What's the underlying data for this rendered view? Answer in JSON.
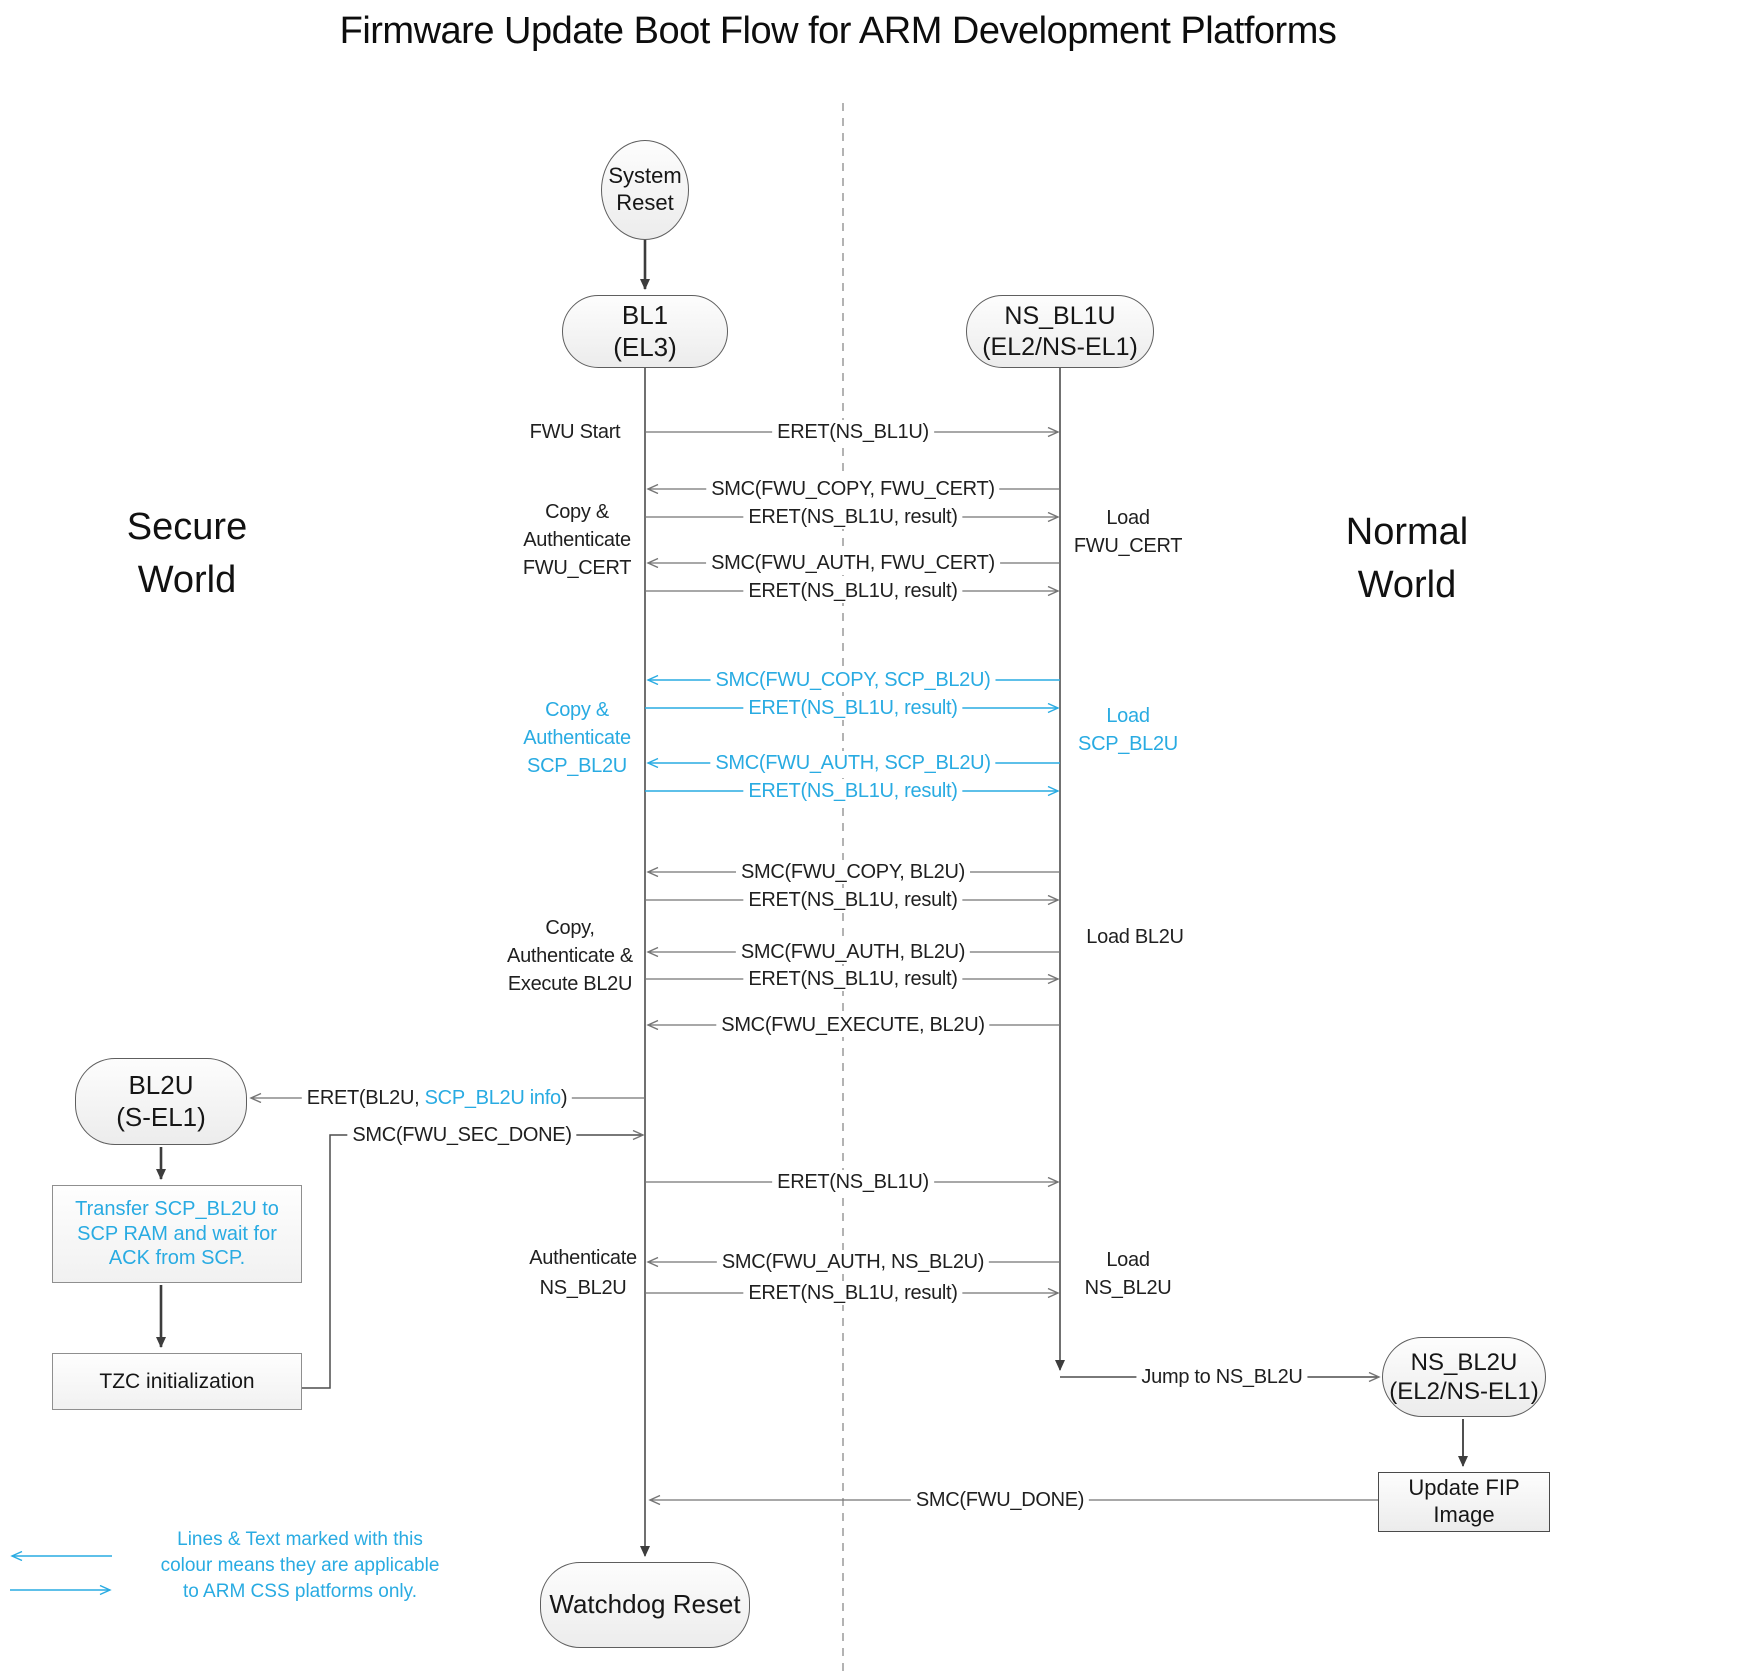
{
  "title": "Firmware Update Boot Flow for ARM Development Platforms",
  "colors": {
    "css_only_accent": "#29abe2",
    "message_line": "#757575",
    "text": "#1f1f1f"
  },
  "worlds": {
    "secure": [
      "Secure",
      "World"
    ],
    "normal": [
      "Normal",
      "World"
    ]
  },
  "nodes": {
    "system_reset": [
      "System",
      "Reset"
    ],
    "bl1": [
      "BL1",
      "(EL3)"
    ],
    "ns_bl1u": [
      "NS_BL1U",
      "(EL2/NS-EL1)"
    ],
    "bl2u": [
      "BL2U",
      "(S-EL1)"
    ],
    "ns_bl2u": [
      "NS_BL2U",
      "(EL2/NS-EL1)"
    ],
    "watchdog_reset": "Watchdog Reset",
    "update_fip": "Update FIP Image",
    "transfer_scp": [
      "Transfer SCP_BL2U to",
      "SCP RAM and wait for",
      "ACK from SCP."
    ],
    "tzc_init": "TZC initialization"
  },
  "messages": [
    {
      "label": "ERET(NS_BL1U)",
      "direction": "bl1-to-ns_bl1u",
      "css_platform_only": false
    },
    {
      "label": "SMC(FWU_COPY, FWU_CERT)",
      "direction": "ns_bl1u-to-bl1",
      "css_platform_only": false
    },
    {
      "label": "ERET(NS_BL1U, result)",
      "direction": "bl1-to-ns_bl1u",
      "css_platform_only": false
    },
    {
      "label": "SMC(FWU_AUTH, FWU_CERT)",
      "direction": "ns_bl1u-to-bl1",
      "css_platform_only": false
    },
    {
      "label": "ERET(NS_BL1U, result)",
      "direction": "bl1-to-ns_bl1u",
      "css_platform_only": false
    },
    {
      "label": "SMC(FWU_COPY, SCP_BL2U)",
      "direction": "ns_bl1u-to-bl1",
      "css_platform_only": true
    },
    {
      "label": "ERET(NS_BL1U, result)",
      "direction": "bl1-to-ns_bl1u",
      "css_platform_only": true
    },
    {
      "label": "SMC(FWU_AUTH, SCP_BL2U)",
      "direction": "ns_bl1u-to-bl1",
      "css_platform_only": true
    },
    {
      "label": "ERET(NS_BL1U, result)",
      "direction": "bl1-to-ns_bl1u",
      "css_platform_only": true
    },
    {
      "label": "SMC(FWU_COPY, BL2U)",
      "direction": "ns_bl1u-to-bl1",
      "css_platform_only": false
    },
    {
      "label": "ERET(NS_BL1U, result)",
      "direction": "bl1-to-ns_bl1u",
      "css_platform_only": false
    },
    {
      "label": "SMC(FWU_AUTH, BL2U)",
      "direction": "ns_bl1u-to-bl1",
      "css_platform_only": false
    },
    {
      "label": "ERET(NS_BL1U, result)",
      "direction": "bl1-to-ns_bl1u",
      "css_platform_only": false
    },
    {
      "label": "SMC(FWU_EXECUTE, BL2U)",
      "direction": "ns_bl1u-to-bl1",
      "css_platform_only": false
    },
    {
      "label": "ERET(NS_BL1U)",
      "direction": "bl1-to-ns_bl1u",
      "css_platform_only": false
    },
    {
      "label": "SMC(FWU_AUTH, NS_BL2U)",
      "direction": "ns_bl1u-to-bl1",
      "css_platform_only": false
    },
    {
      "label": "ERET(NS_BL1U, result)",
      "direction": "bl1-to-ns_bl1u",
      "css_platform_only": false
    }
  ],
  "flow_labels": {
    "eret_bl2u_prefix": "ERET(BL2U, ",
    "eret_bl2u_accent": "SCP_BL2U info",
    "eret_bl2u_suffix": ")",
    "smc_sec_done": "SMC(FWU_SEC_DONE)",
    "jump_ns_bl2u": "Jump to NS_BL2U",
    "smc_done": "SMC(FWU_DONE)"
  },
  "side_labels": {
    "fwu_start": "FWU Start",
    "copy_auth_fwu_cert": [
      "Copy &",
      "Authenticate",
      "FWU_CERT"
    ],
    "copy_auth_scp_bl2u": [
      "Copy &",
      "Authenticate",
      "SCP_BL2U"
    ],
    "copy_auth_exec_bl2u": [
      "Copy,",
      "Authenticate &",
      "Execute BL2U"
    ],
    "auth_ns_bl2u": [
      "Authenticate",
      "NS_BL2U"
    ],
    "load_fwu_cert": [
      "Load",
      "FWU_CERT"
    ],
    "load_scp_bl2u": [
      "Load",
      "SCP_BL2U"
    ],
    "load_bl2u": "Load BL2U",
    "load_ns_bl2u": [
      "Load",
      "NS_BL2U"
    ]
  },
  "legend": {
    "lines": [
      "Lines & Text marked with this",
      "colour means they are applicable",
      "to ARM CSS platforms only."
    ]
  }
}
